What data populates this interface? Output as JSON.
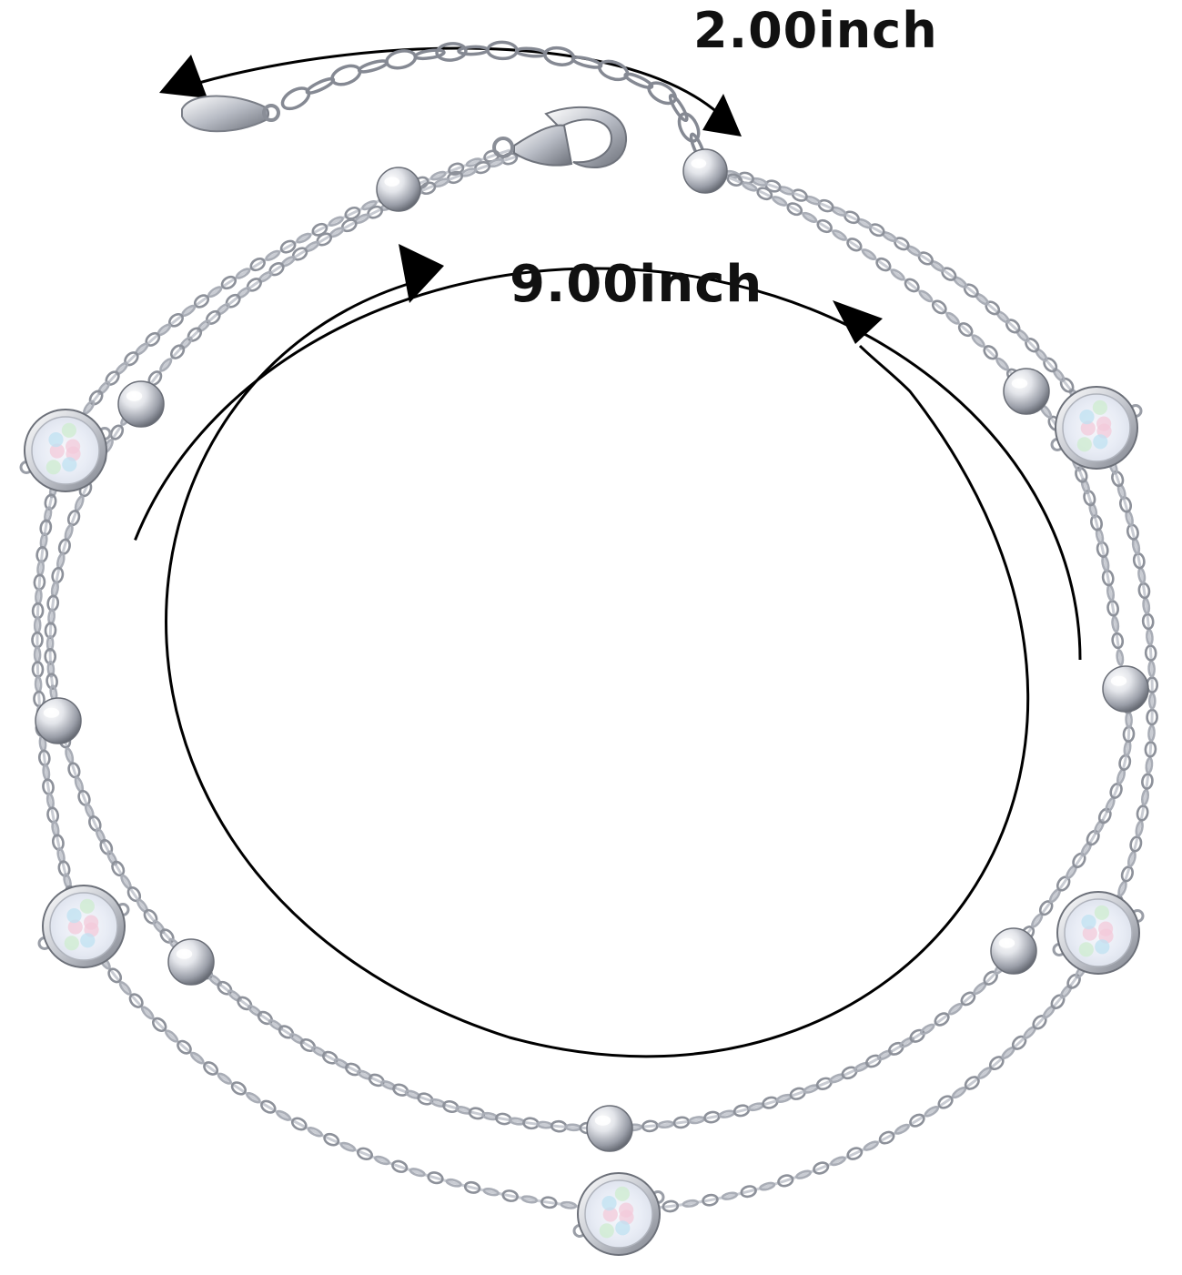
{
  "product_image": {
    "labels": {
      "extension": "2.00inch",
      "length": "9.00inch"
    },
    "subject": "double-layer chain anklet with opal bezel stations and silver beads",
    "colors": {
      "background": "#ffffff",
      "metal_light": "#f2f3f6",
      "metal_mid": "#b9bcc4",
      "metal_dark": "#6e727c",
      "opal_base": "#eef0f6",
      "opal_pink": "#f3c9d9",
      "opal_blue": "#bfe1f2",
      "opal_green": "#cdeccf",
      "arrow": "#000000"
    },
    "icons": [
      "arrow-head-icon",
      "clasp-icon",
      "extender-drop-icon"
    ]
  }
}
